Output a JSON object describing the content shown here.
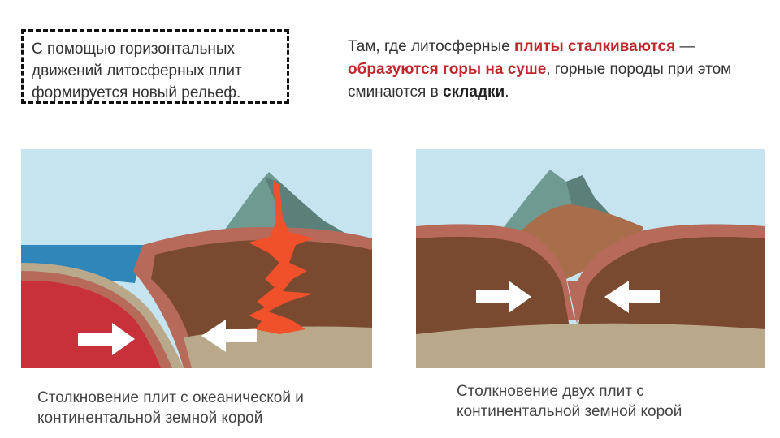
{
  "note_box": {
    "lines": [
      "С помощью горизонтальных",
      "движений литосферных плит",
      "формируется новый рельеф."
    ]
  },
  "paragraph": {
    "part1": "Там, где литосферные ",
    "highlight1": "плиты сталкиваются",
    "part2": " — ",
    "highlight2": "образуются горы на суше",
    "part3": ", горные породы при этом сминаются в ",
    "highlight3": "складки",
    "part4": "."
  },
  "diagrams": [
    {
      "caption_lines": [
        "Столкновение плит с океанической и",
        "континентальной земной корой"
      ]
    },
    {
      "caption_lines": [
        "Столкновение двух плит с",
        "континентальной земной корой"
      ]
    }
  ],
  "colors": {
    "sky": "#c6e4ef",
    "ocean": "#2f86b8",
    "oceanic_plate": "#c8303a",
    "continental_plate": "#7a4a30",
    "plate_rim": "#b86a5a",
    "sediment": "#b9a98a",
    "magma": "#f0502a",
    "mountain": "#6f9a92",
    "arrow": "#ffffff"
  }
}
